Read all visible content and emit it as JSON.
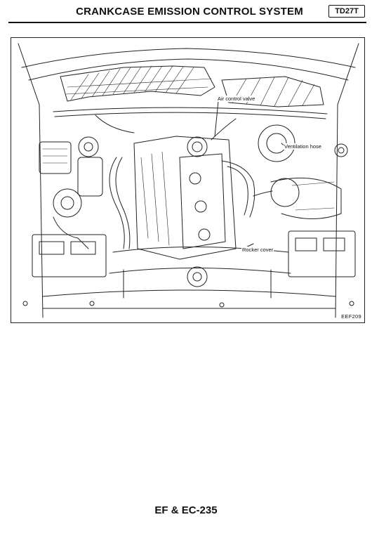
{
  "header": {
    "title": "CRANKCASE EMISSION CONTROL SYSTEM",
    "model_tag": "TD27T"
  },
  "figure": {
    "callouts": {
      "air_control_valve": "Air control valve",
      "ventilation_hose": "Ventilation hose",
      "rocker_cover": "Rocker cover"
    },
    "code": "EEF209"
  },
  "footer": {
    "page_ref": "EF & EC-235"
  }
}
